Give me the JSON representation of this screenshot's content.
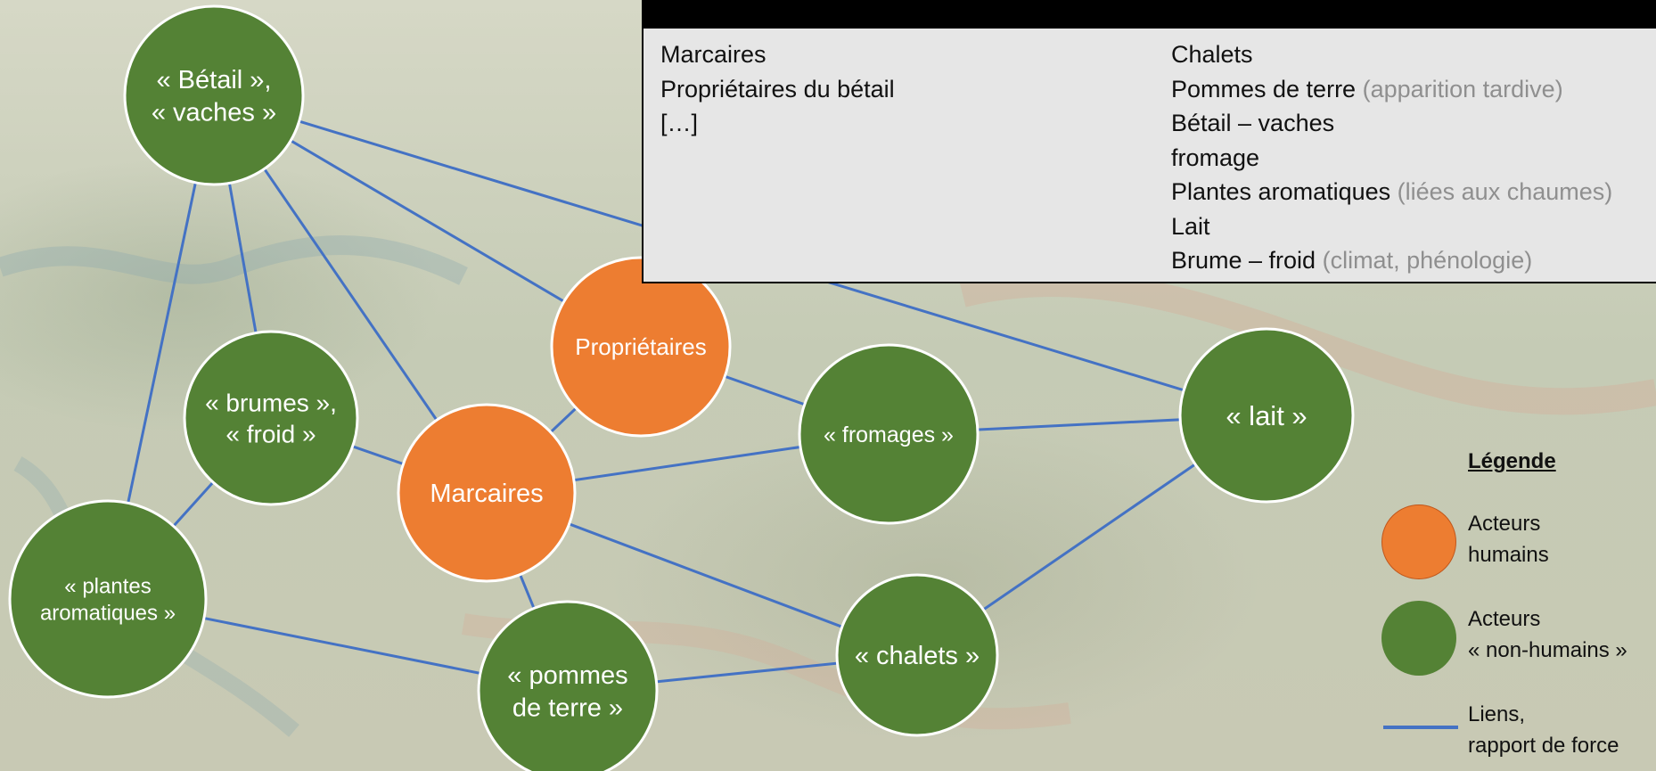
{
  "info": {
    "left": [
      "Marcaires",
      "Propriétaires du bétail",
      "[…]"
    ],
    "right": [
      {
        "text": "Chalets",
        "note": ""
      },
      {
        "text": "Pommes de terre",
        "note": "(apparition tardive)"
      },
      {
        "text": "Bétail – vaches",
        "note": ""
      },
      {
        "text": "fromage",
        "note": ""
      },
      {
        "text": "Plantes aromatiques",
        "note": "(liées aux chaumes)"
      },
      {
        "text": "Lait",
        "note": ""
      },
      {
        "text": "Brume – froid",
        "note": "(climat, phénologie)"
      }
    ]
  },
  "nodes": [
    {
      "id": "betail",
      "type": "non-human",
      "lines": [
        "« Bétail »,",
        "« vaches »"
      ]
    },
    {
      "id": "brumes",
      "type": "non-human",
      "lines": [
        "« brumes »,",
        "« froid »"
      ]
    },
    {
      "id": "plantes",
      "type": "non-human",
      "lines": [
        "« plantes",
        "aromatiques »"
      ]
    },
    {
      "id": "proprietaires",
      "type": "human",
      "lines": [
        "Propriétaires"
      ]
    },
    {
      "id": "marcaires",
      "type": "human",
      "lines": [
        "Marcaires"
      ]
    },
    {
      "id": "fromages",
      "type": "non-human",
      "lines": [
        "« fromages »"
      ]
    },
    {
      "id": "pommes",
      "type": "non-human",
      "lines": [
        "« pommes",
        "de terre »"
      ]
    },
    {
      "id": "chalets",
      "type": "non-human",
      "lines": [
        "« chalets »"
      ]
    },
    {
      "id": "lait",
      "type": "non-human",
      "lines": [
        "« lait »"
      ]
    }
  ],
  "edges": [
    [
      "betail",
      "brumes"
    ],
    [
      "betail",
      "plantes"
    ],
    [
      "betail",
      "marcaires"
    ],
    [
      "betail",
      "proprietaires"
    ],
    [
      "betail",
      "lait"
    ],
    [
      "brumes",
      "marcaires"
    ],
    [
      "brumes",
      "plantes"
    ],
    [
      "plantes",
      "pommes"
    ],
    [
      "marcaires",
      "proprietaires"
    ],
    [
      "marcaires",
      "fromages"
    ],
    [
      "marcaires",
      "chalets"
    ],
    [
      "marcaires",
      "pommes"
    ],
    [
      "proprietaires",
      "fromages"
    ],
    [
      "fromages",
      "lait"
    ],
    [
      "pommes",
      "chalets"
    ],
    [
      "chalets",
      "lait"
    ]
  ],
  "legend": {
    "title": "Légende",
    "items": [
      {
        "kind": "human",
        "label": "Acteurs\nhumains"
      },
      {
        "kind": "non-human",
        "label": "Acteurs\n« non-humains »"
      },
      {
        "kind": "link",
        "label": "Liens,\nrapport de force"
      }
    ]
  },
  "colors": {
    "human": "#ed7d31",
    "non-human": "#548235",
    "link": "#4472c4",
    "node_border": "#ffffff"
  }
}
